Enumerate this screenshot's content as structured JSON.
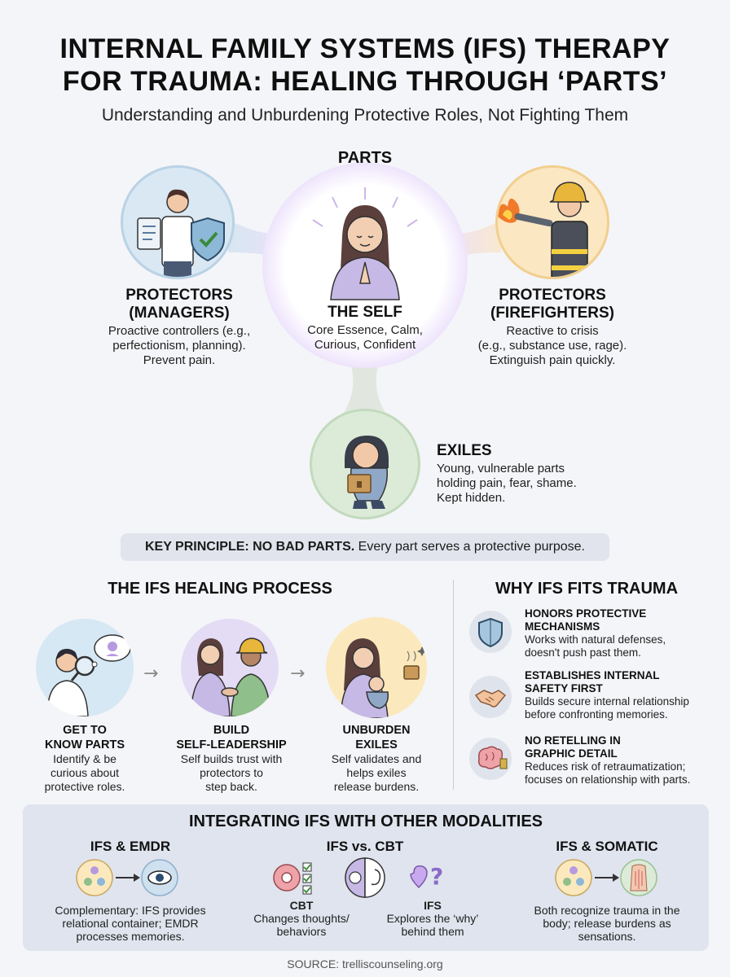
{
  "header": {
    "title_line1": "INTERNAL FAMILY SYSTEMS (IFS) THERAPY",
    "title_line2": "FOR TRAUMA: HEALING THROUGH ‘PARTS’",
    "subtitle": "Understanding and Unburdening Protective Roles, Not Fighting Them"
  },
  "parts": {
    "heading": "PARTS",
    "managers": {
      "title_line1": "PROTECTORS",
      "title_line2": "(MANAGERS)",
      "text_line1": "Proactive controllers (e.g.,",
      "text_line2": "perfectionism, planning).",
      "text_line3": "Prevent pain."
    },
    "self": {
      "title": "THE SELF",
      "text_line1": "Core Essence, Calm,",
      "text_line2": "Curious, Confident"
    },
    "firefighters": {
      "title_line1": "PROTECTORS",
      "title_line2": "(FIREFIGHTERS)",
      "text_line1": "Reactive to crisis",
      "text_line2": "(e.g., substance use, rage).",
      "text_line3": "Extinguish pain quickly."
    },
    "exiles": {
      "title": "EXILES",
      "text_line1": "Young, vulnerable parts",
      "text_line2": "holding pain, fear, shame.",
      "text_line3": "Kept hidden."
    }
  },
  "principle": {
    "bold": "KEY PRINCIPLE: NO BAD PARTS.",
    "rest": " Every part serves a protective purpose."
  },
  "process": {
    "heading": "THE IFS HEALING PROCESS",
    "steps": [
      {
        "title_line1": "GET TO",
        "title_line2": "KNOW PARTS",
        "text_line1": "Identify & be",
        "text_line2": "curious about",
        "text_line3": "protective roles."
      },
      {
        "title_line1": "BUILD",
        "title_line2": "SELF-LEADERSHIP",
        "text_line1": "Self builds trust with",
        "text_line2": "protectors to",
        "text_line3": "step back."
      },
      {
        "title_line1": "UNBURDEN",
        "title_line2": "EXILES",
        "text_line1": "Self validates and",
        "text_line2": "helps exiles",
        "text_line3": "release burdens."
      }
    ]
  },
  "why": {
    "heading": "WHY IFS FITS TRAUMA",
    "items": [
      {
        "title_line1": "HONORS PROTECTIVE",
        "title_line2": "MECHANISMS",
        "text_line1": "Works with natural defenses,",
        "text_line2": "doesn't push past them."
      },
      {
        "title_line1": "ESTABLISHES INTERNAL",
        "title_line2": "SAFETY FIRST",
        "text_line1": "Builds secure internal relationship",
        "text_line2": "before confronting memories."
      },
      {
        "title_line1": "NO RETELLING IN",
        "title_line2": "GRAPHIC DETAIL",
        "text_line1": "Reduces risk of retraumatization;",
        "text_line2": "focuses on relationship with parts."
      }
    ]
  },
  "integration": {
    "heading": "INTEGRATING IFS WITH OTHER MODALITIES",
    "emdr": {
      "title": "IFS & EMDR",
      "text_line1": "Complementary: IFS provides",
      "text_line2": "relational container; EMDR",
      "text_line3": "processes memories."
    },
    "cbt": {
      "title": "IFS vs. CBT",
      "cbt_label": "CBT",
      "cbt_text_line1": "Changes thoughts/",
      "cbt_text_line2": "behaviors",
      "ifs_label": "IFS",
      "ifs_text_line1": "Explores the ‘why’",
      "ifs_text_line2": "behind them"
    },
    "somatic": {
      "title": "IFS & SOMATIC",
      "text_line1": "Both recognize trauma in the",
      "text_line2": "body; release burdens as",
      "text_line3": "sensations."
    }
  },
  "source": "SOURCE: trelliscounseling.org",
  "colors": {
    "background": "#f4f5f8",
    "managers_circle": "#d9e8f3",
    "firefighters_circle": "#fbe7c2",
    "self_glow": "#c9a8f0",
    "exiles_circle": "#dcebd8",
    "integration_box": "#dfe4ee"
  }
}
